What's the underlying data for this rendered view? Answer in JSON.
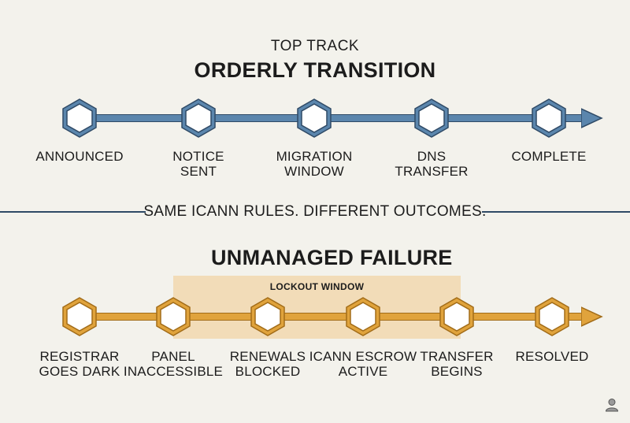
{
  "colors": {
    "background": "#f3f2ec",
    "top_track": "#5b86ad",
    "top_track_outline": "#2f4a66",
    "bottom_track": "#e0a33c",
    "bottom_track_outline": "#a26c18",
    "lockout_fill": "#f2d9b2",
    "node_fill": "#ffffff"
  },
  "top_track": {
    "subtitle": "TOP TRACK",
    "title": "ORDERLY TRANSITION",
    "steps": [
      {
        "label": "ANNOUNCED"
      },
      {
        "label": "NOTICE\nSENT"
      },
      {
        "label": "MIGRATION\nWINDOW"
      },
      {
        "label": "DNS\nTRANSFER"
      },
      {
        "label": "COMPLETE"
      }
    ]
  },
  "divider": {
    "text": "SAME ICANN RULES. DIFFERENT OUTCOMES."
  },
  "bottom_track": {
    "title": "UNMANAGED FAILURE",
    "highlight_label": "LOCKOUT WINDOW",
    "steps": [
      {
        "label": "REGISTRAR\nGOES DARK"
      },
      {
        "label": "PANEL\nINACCESSIBLE"
      },
      {
        "label": "RENEWALS\nBLOCKED"
      },
      {
        "label": "ICANN ESCROW\nACTIVE"
      },
      {
        "label": "TRANSFER\nBEGINS"
      },
      {
        "label": "RESOLVED"
      }
    ]
  },
  "icons": {
    "corner": "user-icon"
  }
}
